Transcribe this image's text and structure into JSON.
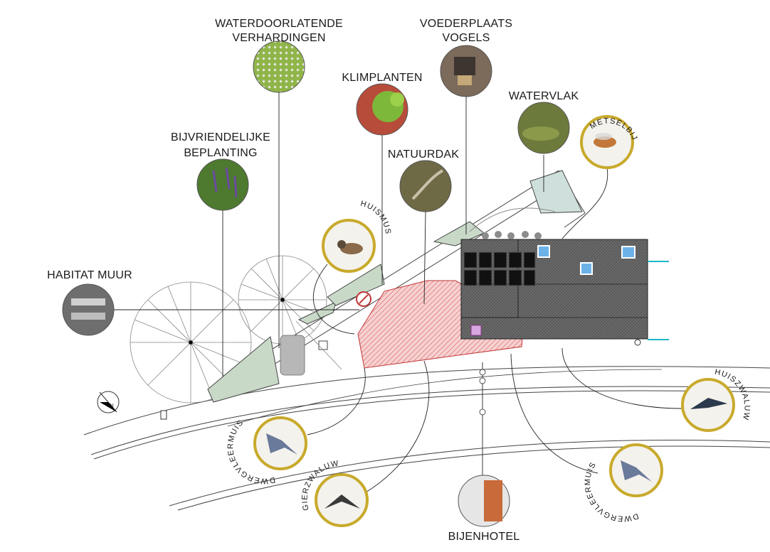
{
  "features": {
    "waterdoorlatende": {
      "line1": "WATERDOORLATENDE",
      "line2": "VERHARDINGEN"
    },
    "voederplaats": {
      "line1": "VOEDERPLAATS",
      "line2": "VOGELS"
    },
    "klimplanten": {
      "line1": "KLIMPLANTEN"
    },
    "watervlak": {
      "line1": "WATERVLAK"
    },
    "bijvriendelijke": {
      "line1": "BIJVRIENDELIJKE",
      "line2": "BEPLANTING"
    },
    "natuurdak": {
      "line1": "NATUURDAK"
    },
    "habitat_muur": {
      "line1": "HABITAT MUUR"
    },
    "bijenhotel": {
      "line1": "BIJENHOTEL"
    }
  },
  "species": {
    "metselbij": "METSELBIJ",
    "huismus": "HUISMUS",
    "huiszwaluw": "HUISZWALUW",
    "dwergvleermuis_left": "DWERGVLEERMUIS",
    "dwergvleermuis_right": "DWERGVLEERMUIS",
    "gierzwaluw": "GIERZWALUW"
  },
  "compass": {
    "north": "N"
  },
  "colors": {
    "ring": "#c8aa2c",
    "zone_green": "#c9d9c8",
    "zone_red": "#e89a9a",
    "water": "#cfe0dc",
    "building": "#555555",
    "cyan": "#18b7c8"
  }
}
